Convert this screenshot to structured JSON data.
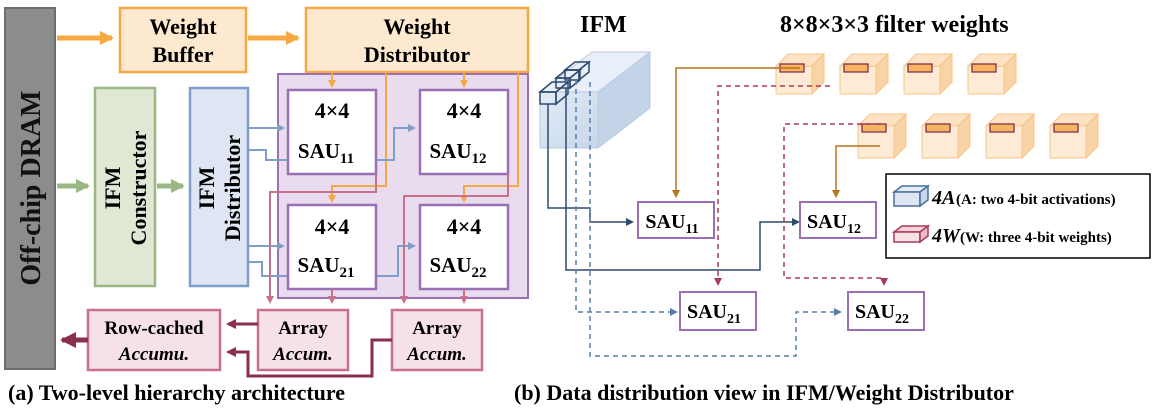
{
  "left": {
    "dram": "Off-chip DRAM",
    "weight_buffer": [
      "Weight",
      "Buffer"
    ],
    "weight_distributor": [
      "Weight",
      "Distributor"
    ],
    "ifm_constructor": [
      "IFM",
      "Constructor"
    ],
    "ifm_distributor": [
      "IFM",
      "Distributor"
    ],
    "sau_dims": "4×4",
    "sau_base": "SAU",
    "sau_subs": [
      "11",
      "12",
      "21",
      "22"
    ],
    "row_cached": [
      "Row-cached",
      "Accumu."
    ],
    "array_accum": [
      "Array",
      "Accum."
    ],
    "caption": "(a) Two-level hierarchy architecture"
  },
  "right": {
    "ifm_label": "IFM",
    "filter_label": "8×8×3×3 filter weights",
    "sau_base": "SAU",
    "sau_subs": [
      "11",
      "12",
      "21",
      "22"
    ],
    "legend": [
      {
        "sym": "4A",
        "desc": "(A: two 4-bit activations)",
        "var": "A"
      },
      {
        "sym": "4W",
        "desc": "(W: three 4-bit weights)",
        "var": "W"
      }
    ],
    "caption": "(b) Data distribution view in IFM/Weight Distributor"
  },
  "colors": {
    "dram": "#8c8c8c",
    "orange": "#f4a942",
    "orange_fill": "#fde9cf",
    "green": "#9cb784",
    "green_fill": "#dfe8d5",
    "blue": "#7f9fca",
    "blue_fill": "#dde6f2",
    "purple": "#9b6fb5",
    "purple_fill": "#e9dcef",
    "pink": "#c9718a",
    "pink_fill": "#f6e1e6",
    "navy": "#2e4a6e",
    "maroon": "#8a2f4e"
  }
}
